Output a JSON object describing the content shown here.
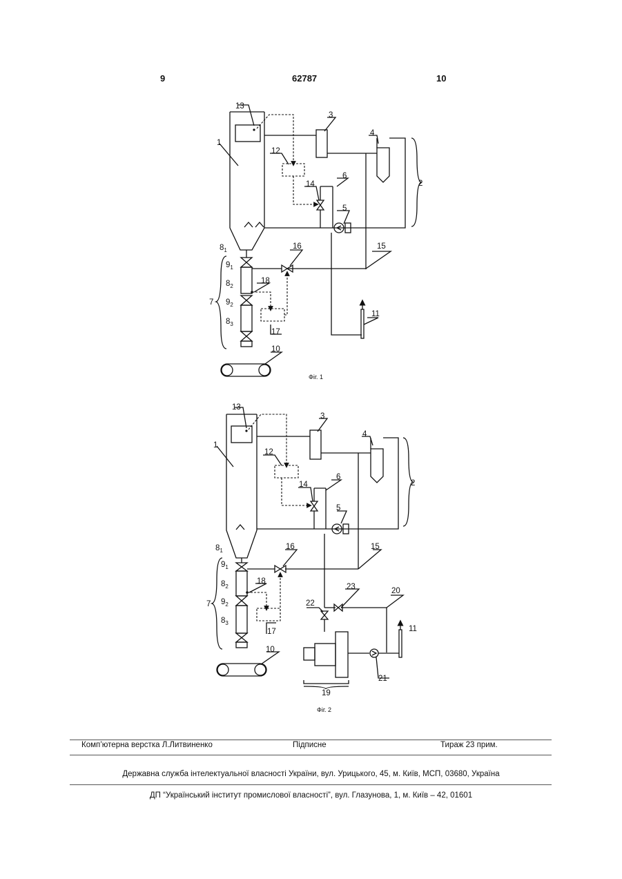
{
  "header": {
    "page_left": "9",
    "patent_number": "62787",
    "page_right": "10"
  },
  "figure1": {
    "caption": "Фіг. 1",
    "labels": {
      "l1": "1",
      "l2": "2",
      "l3": "3",
      "l4": "4",
      "l5": "5",
      "l6": "6",
      "l7": "7",
      "l8a": "8",
      "l8a_sub": "1",
      "l8b": "8",
      "l8b_sub": "2",
      "l8c": "8",
      "l8c_sub": "3",
      "l9a": "9",
      "l9a_sub": "1",
      "l9b": "9",
      "l9b_sub": "2",
      "l10": "10",
      "l11": "11",
      "l12": "12",
      "l13": "13",
      "l14": "14",
      "l15": "15",
      "l16": "16",
      "l17": "17",
      "l18": "18"
    }
  },
  "figure2": {
    "caption": "Фіг. 2",
    "labels": {
      "l1": "1",
      "l2": "2",
      "l3": "3",
      "l4": "4",
      "l5": "5",
      "l6": "6",
      "l7": "7",
      "l8a": "8",
      "l8a_sub": "1",
      "l8b": "8",
      "l8b_sub": "2",
      "l8c": "8",
      "l8c_sub": "3",
      "l9a": "9",
      "l9a_sub": "1",
      "l9b": "9",
      "l9b_sub": "2",
      "l10": "10",
      "l11": "11",
      "l12": "12",
      "l13": "13",
      "l14": "14",
      "l15": "15",
      "l16": "16",
      "l17": "17",
      "l18": "18",
      "l19": "19",
      "l20": "20",
      "l21": "21",
      "l22": "22",
      "l23": "23"
    }
  },
  "footer": {
    "typesetting": "Комп’ютерна верстка Л.Литвиненко",
    "signed": "Підписне",
    "circulation": "Тираж 23 прим.",
    "agency": "Державна служба інтелектуальної власності України, вул. Урицького, 45, м. Київ, МСП, 03680, Україна",
    "institute": "ДП “Український інститут промислової власності”, вул. Глазунова, 1, м. Київ – 42, 01601"
  }
}
